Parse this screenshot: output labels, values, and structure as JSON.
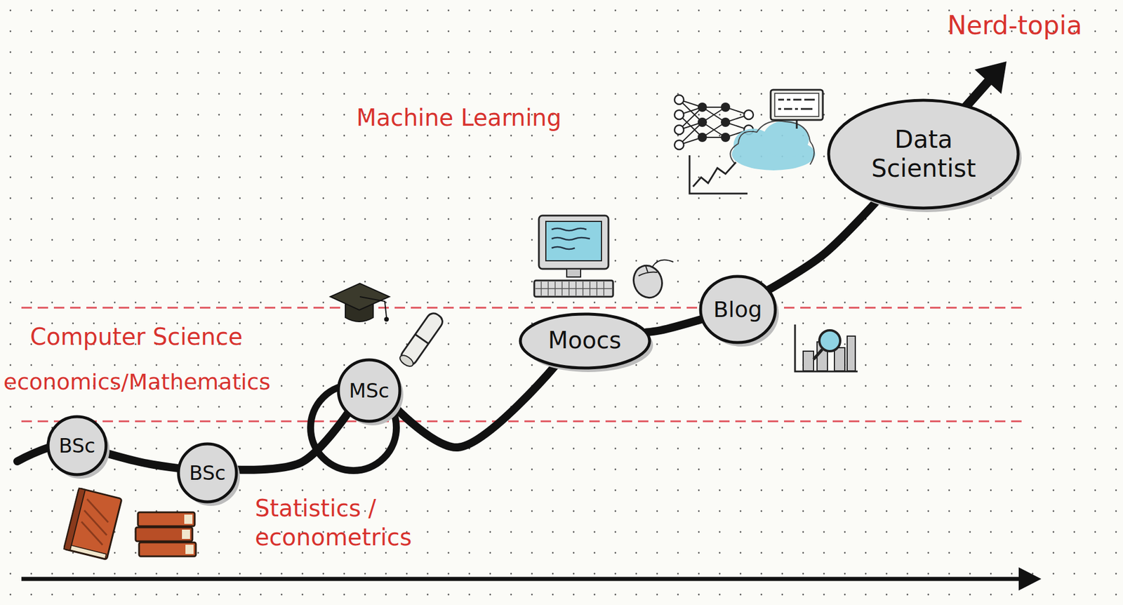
{
  "diagram": {
    "nodes": [
      {
        "text": [
          "BSc"
        ]
      },
      {
        "text": [
          "BSc"
        ]
      },
      {
        "text": [
          "MSc"
        ]
      },
      {
        "text": [
          "Moocs"
        ]
      },
      {
        "text": [
          "Blog"
        ]
      },
      {
        "text": [
          "Data Scientist"
        ]
      }
    ],
    "edges": [
      {
        "from": 0,
        "to": 1,
        "arrow": "none"
      },
      {
        "from": 1,
        "to": 2,
        "arrow": "none"
      },
      {
        "from": 2,
        "to": 3,
        "arrow": "none"
      },
      {
        "from": 3,
        "to": 4,
        "arrow": "none"
      },
      {
        "from": 4,
        "to": 5,
        "arrow": "none"
      }
    ],
    "labels": [
      "Nerd-topia",
      "Machine Learning",
      "Computer Science",
      "economics/Mathematics",
      "Statistics / econometrics"
    ]
  }
}
